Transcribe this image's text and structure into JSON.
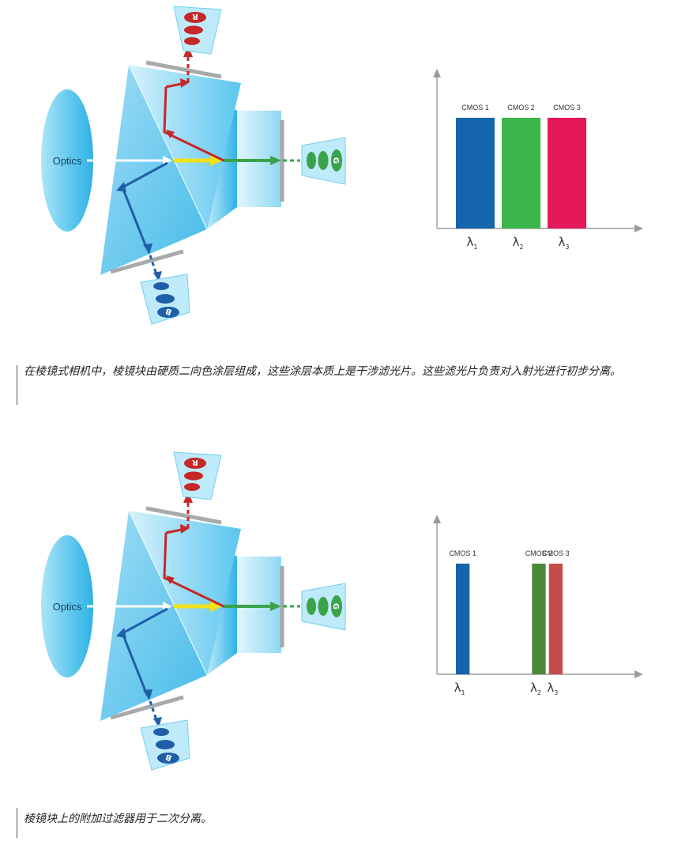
{
  "figures": [
    {
      "optics_label": "Optics",
      "channel_letters": {
        "red": "R",
        "green": "G",
        "blue": "B"
      },
      "colors": {
        "red_arrow": "#c62828",
        "green_arrow": "#3aa34a",
        "blue_arrow": "#1f5fa8",
        "yellow_arrow": "#f2e21a",
        "prism_light": "#cdeefa",
        "prism_mid": "#6fd0f0",
        "prism_dark": "#2fb2e5"
      },
      "caption": "在棱镜式相机中，棱镜块由硬质二向色涂层组成，这些涂层本质上是干涉滤光片。这些滤光片负责对入射光进行初步分离。",
      "chart_data": {
        "type": "bar",
        "categories": [
          "CMOS 1",
          "CMOS 2",
          "CMOS 3"
        ],
        "series": [
          {
            "values": [
              1,
              1,
              1
            ]
          }
        ],
        "x_tick_labels": [
          "λ1",
          "λ2",
          "λ3"
        ],
        "x": [
          1,
          2,
          3
        ],
        "bar_colors": [
          "#1465ac",
          "#3cb54a",
          "#e5185a"
        ],
        "bar_width_ratio": 0.85,
        "grid": false
      }
    },
    {
      "optics_label": "Optics",
      "channel_letters": {
        "red": "R",
        "green": "G",
        "blue": "B"
      },
      "colors": {
        "red_arrow": "#c62828",
        "green_arrow": "#3aa34a",
        "blue_arrow": "#1f5fa8",
        "yellow_arrow": "#f2e21a",
        "prism_light": "#cdeefa",
        "prism_mid": "#6fd0f0",
        "prism_dark": "#2fb2e5"
      },
      "caption": "棱镜块上的附加过滤器用于二次分离。",
      "chart_data": {
        "type": "bar",
        "categories": [
          "CMOS 1",
          "CMOS 2",
          "CMOS 3"
        ],
        "series": [
          {
            "values": [
              1,
              1,
              1
            ]
          }
        ],
        "x_tick_labels": [
          "λ1",
          "λ2",
          "λ3"
        ],
        "x": [
          1,
          2.8,
          3.2
        ],
        "bar_colors": [
          "#1465ac",
          "#4a8a3a",
          "#c24e4a"
        ],
        "bar_width_ratio": 0.3,
        "grid": false
      }
    }
  ]
}
